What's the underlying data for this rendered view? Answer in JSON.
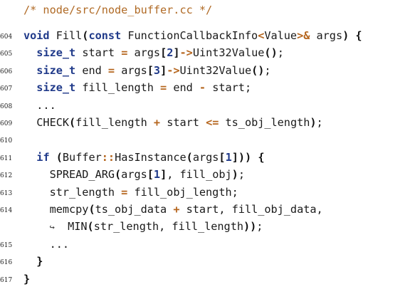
{
  "comment": "/* node/src/node_buffer.cc */",
  "lines": [
    {
      "n": "604",
      "t": [
        {
          "c": "kw",
          "s": "void"
        },
        {
          "c": "",
          "s": " Fill"
        },
        {
          "c": "pn",
          "s": "("
        },
        {
          "c": "kw",
          "s": "const"
        },
        {
          "c": "",
          "s": " FunctionCallbackInfo"
        },
        {
          "c": "op",
          "s": "<"
        },
        {
          "c": "",
          "s": "Value"
        },
        {
          "c": "op",
          "s": ">&"
        },
        {
          "c": "",
          "s": " args"
        },
        {
          "c": "pn",
          "s": ")"
        },
        {
          "c": "",
          "s": " "
        },
        {
          "c": "pn",
          "s": "{"
        }
      ]
    },
    {
      "n": "605",
      "t": [
        {
          "c": "",
          "s": "  "
        },
        {
          "c": "kw",
          "s": "size_t"
        },
        {
          "c": "",
          "s": " start "
        },
        {
          "c": "op",
          "s": "="
        },
        {
          "c": "",
          "s": " args"
        },
        {
          "c": "pn",
          "s": "["
        },
        {
          "c": "kw",
          "s": "2"
        },
        {
          "c": "pn",
          "s": "]"
        },
        {
          "c": "op",
          "s": "->"
        },
        {
          "c": "",
          "s": "Uint32Value"
        },
        {
          "c": "pn",
          "s": "()"
        },
        {
          "c": "",
          "s": ";"
        }
      ]
    },
    {
      "n": "606",
      "t": [
        {
          "c": "",
          "s": "  "
        },
        {
          "c": "kw",
          "s": "size_t"
        },
        {
          "c": "",
          "s": " end "
        },
        {
          "c": "op",
          "s": "="
        },
        {
          "c": "",
          "s": " args"
        },
        {
          "c": "pn",
          "s": "["
        },
        {
          "c": "kw",
          "s": "3"
        },
        {
          "c": "pn",
          "s": "]"
        },
        {
          "c": "op",
          "s": "->"
        },
        {
          "c": "",
          "s": "Uint32Value"
        },
        {
          "c": "pn",
          "s": "()"
        },
        {
          "c": "",
          "s": ";"
        }
      ]
    },
    {
      "n": "607",
      "t": [
        {
          "c": "",
          "s": "  "
        },
        {
          "c": "kw",
          "s": "size_t"
        },
        {
          "c": "",
          "s": " fill_length "
        },
        {
          "c": "op",
          "s": "="
        },
        {
          "c": "",
          "s": " end "
        },
        {
          "c": "op",
          "s": "-"
        },
        {
          "c": "",
          "s": " start;"
        }
      ]
    },
    {
      "n": "608",
      "t": [
        {
          "c": "",
          "s": "  ..."
        }
      ]
    },
    {
      "n": "609",
      "t": [
        {
          "c": "",
          "s": "  CHECK"
        },
        {
          "c": "pn",
          "s": "("
        },
        {
          "c": "",
          "s": "fill_length "
        },
        {
          "c": "op",
          "s": "+"
        },
        {
          "c": "",
          "s": " start "
        },
        {
          "c": "op",
          "s": "<="
        },
        {
          "c": "",
          "s": " ts_obj_length"
        },
        {
          "c": "pn",
          "s": ")"
        },
        {
          "c": "",
          "s": ";"
        }
      ]
    },
    {
      "n": "610",
      "t": []
    },
    {
      "n": "611",
      "t": [
        {
          "c": "",
          "s": "  "
        },
        {
          "c": "kw",
          "s": "if"
        },
        {
          "c": "",
          "s": " "
        },
        {
          "c": "pn",
          "s": "("
        },
        {
          "c": "",
          "s": "Buffer"
        },
        {
          "c": "op",
          "s": "::"
        },
        {
          "c": "",
          "s": "HasInstance"
        },
        {
          "c": "pn",
          "s": "("
        },
        {
          "c": "",
          "s": "args"
        },
        {
          "c": "pn",
          "s": "["
        },
        {
          "c": "kw",
          "s": "1"
        },
        {
          "c": "pn",
          "s": "]))"
        },
        {
          "c": "",
          "s": " "
        },
        {
          "c": "pn",
          "s": "{"
        }
      ]
    },
    {
      "n": "612",
      "t": [
        {
          "c": "",
          "s": "    SPREAD_ARG"
        },
        {
          "c": "pn",
          "s": "("
        },
        {
          "c": "",
          "s": "args"
        },
        {
          "c": "pn",
          "s": "["
        },
        {
          "c": "kw",
          "s": "1"
        },
        {
          "c": "pn",
          "s": "]"
        },
        {
          "c": "",
          "s": ", fill_obj"
        },
        {
          "c": "pn",
          "s": ")"
        },
        {
          "c": "",
          "s": ";"
        }
      ]
    },
    {
      "n": "613",
      "t": [
        {
          "c": "",
          "s": "    str_length "
        },
        {
          "c": "op",
          "s": "="
        },
        {
          "c": "",
          "s": " fill_obj_length;"
        }
      ]
    },
    {
      "n": "614",
      "t": [
        {
          "c": "",
          "s": "    memcpy"
        },
        {
          "c": "pn",
          "s": "("
        },
        {
          "c": "",
          "s": "ts_obj_data "
        },
        {
          "c": "op",
          "s": "+"
        },
        {
          "c": "",
          "s": " start, fill_obj_data,"
        }
      ]
    },
    {
      "n": "",
      "t": [
        {
          "c": "",
          "s": "    "
        },
        {
          "c": "arrow",
          "s": "↪"
        },
        {
          "c": "",
          "s": "  MIN"
        },
        {
          "c": "pn",
          "s": "("
        },
        {
          "c": "",
          "s": "str_length, fill_length"
        },
        {
          "c": "pn",
          "s": "))"
        },
        {
          "c": "",
          "s": ";"
        }
      ]
    },
    {
      "n": "615",
      "t": [
        {
          "c": "",
          "s": "    ..."
        }
      ]
    },
    {
      "n": "616",
      "t": [
        {
          "c": "",
          "s": "  "
        },
        {
          "c": "pn",
          "s": "}"
        }
      ]
    },
    {
      "n": "617",
      "t": [
        {
          "c": "pn",
          "s": "}"
        }
      ]
    }
  ]
}
